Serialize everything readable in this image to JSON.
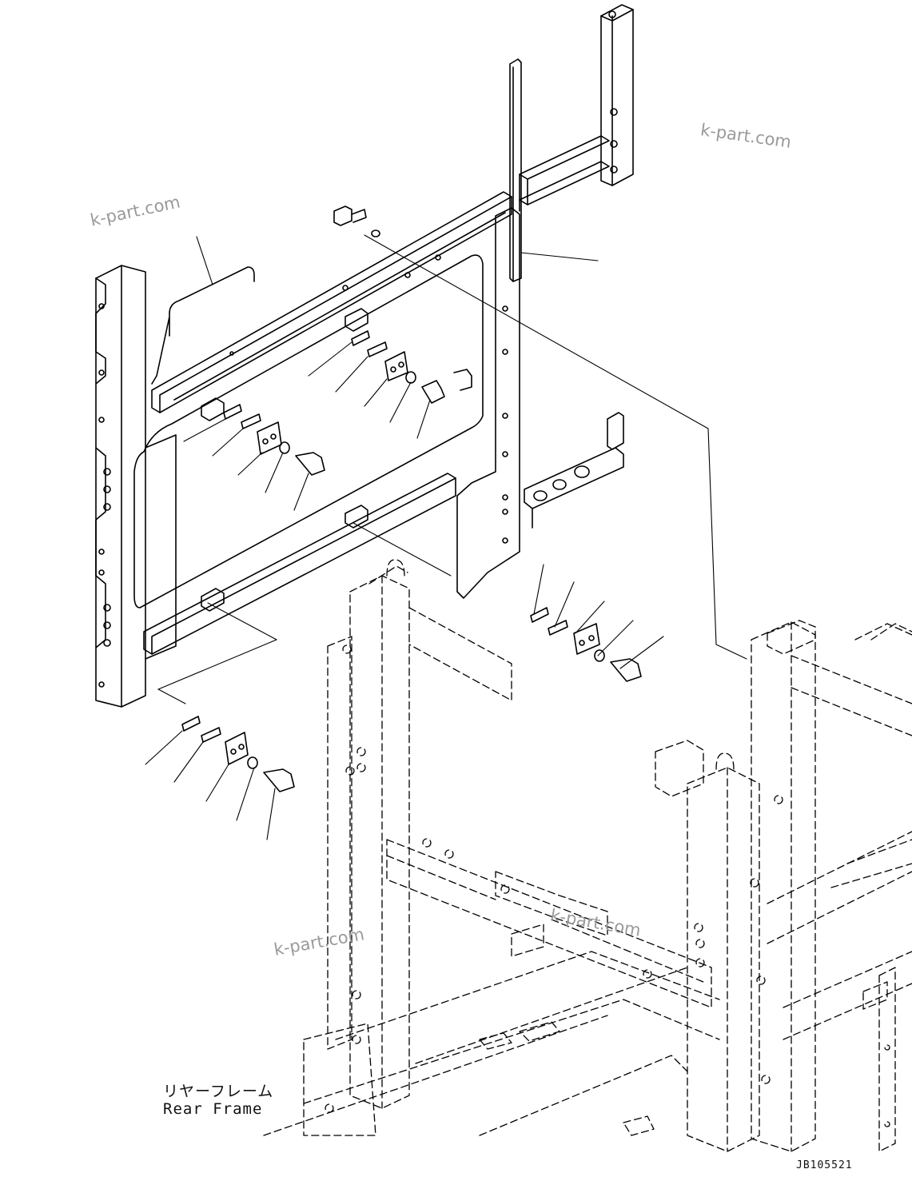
{
  "watermarks": [
    "k-part.com",
    "k-part.com",
    "k-part.com",
    "k-part.com"
  ],
  "label": {
    "line1": "リヤーフレーム",
    "line2": "Rear Frame"
  },
  "drawing_code": "JB105521"
}
